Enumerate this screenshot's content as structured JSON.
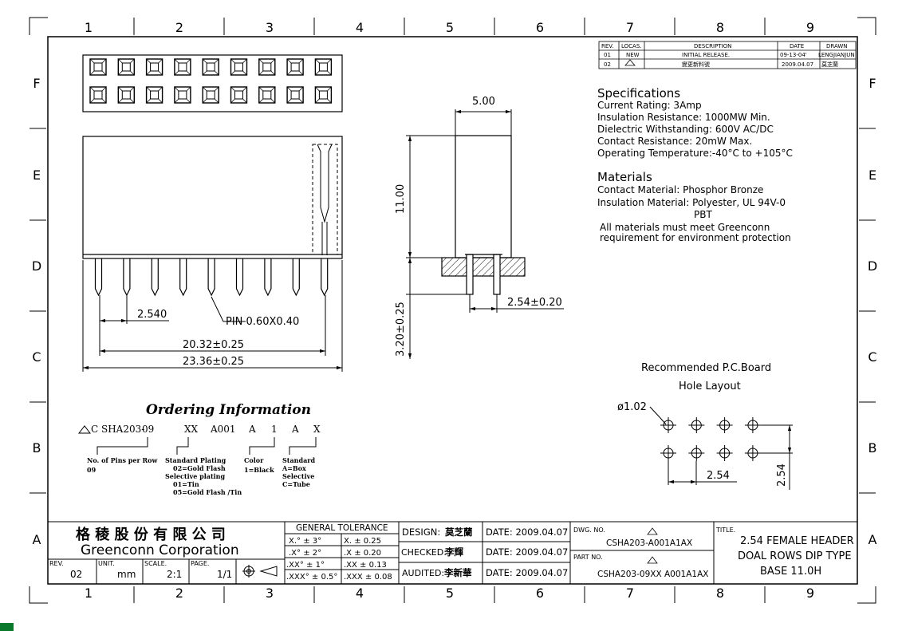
{
  "grid": {
    "cols": [
      "1",
      "2",
      "3",
      "4",
      "5",
      "6",
      "7",
      "8",
      "9"
    ],
    "rows": [
      "F",
      "E",
      "D",
      "C",
      "B",
      "A"
    ]
  },
  "revisions": {
    "headers": [
      "REV.",
      "LOCAS.",
      "DESCRIPTION",
      "DATE",
      "DRAWN"
    ],
    "rows": [
      [
        "01",
        "NEW",
        "INITIAL RELEASE.",
        "09-13-04'",
        "LENGJIANJUN"
      ],
      [
        "02",
        "",
        "變更新料號",
        "2009.04.07",
        "莫芝蘭"
      ]
    ]
  },
  "specifications": {
    "title": "Specifications",
    "lines": [
      "Current Rating:  3Amp",
      "Insulation Resistance: 1000MW Min.",
      "Dielectric Withstanding:  600V AC/DC",
      "Contact Resistance:  20mW Max.",
      "Operating Temperature:-40°C to +105°C"
    ]
  },
  "materials": {
    "title": "Materials",
    "contact": "Contact Material: Phosphor Bronze",
    "insulation_1": "Insulation Material: Polyester, UL 94V-0",
    "insulation_2": "PBT",
    "note_1": "All materials must meet Greenconn",
    "note_2": "requirement for environment protection"
  },
  "front_dims": {
    "pitch": "2.540",
    "pin": "PIN 0.60X0.40",
    "span": "20.32±0.25",
    "overall": "23.36±0.25"
  },
  "side_dims": {
    "width": "5.00",
    "height": "11.00",
    "tail": "3.20±0.25",
    "row_pitch": "2.54±0.20"
  },
  "pcb": {
    "title_1": "Recommended P.C.Board",
    "title_2": "Hole Layout",
    "hole": "ø1.02",
    "pitch_x": "2.54",
    "pitch_y": "2.54"
  },
  "ordering": {
    "title": "Ordering Information",
    "code": [
      "C SHA203-",
      "09",
      "XX",
      "A001",
      "A",
      "1",
      "A",
      "X"
    ],
    "notes": {
      "pins_1": "No. of Pins per Row",
      "pins_2": "09",
      "plating_1": "Standard Plating",
      "plating_2": "02=Gold Flash",
      "plating_3": "Selective plating",
      "plating_4": "01=Tin",
      "plating_5": "05=Gold Flash /Tin",
      "color_1": "Color",
      "color_2": "1=Black",
      "pack_1": "Standard",
      "pack_2": "A=Box",
      "pack_3": "Selective",
      "pack_4": "C=Tube"
    }
  },
  "title_block": {
    "company_cn": "格 稜 股 份 有 限 公 司",
    "company_en": "Greenconn  Corporation",
    "rev_label": "REV.",
    "rev": "02",
    "unit_label": "UNIT.",
    "unit": "mm",
    "scale_label": "SCALE.",
    "scale": "2:1",
    "page_label": "PAGE.",
    "page": "1/1",
    "tolerance_title": "GENERAL  TOLERANCE",
    "tol_left": [
      "X.° ± 3°",
      ".X° ± 2°",
      ".XX° ± 1°",
      ".XXX° ± 0.5°"
    ],
    "tol_right": [
      "X.   ± 0.25",
      ".X   ± 0.20",
      ".XX  ± 0.13",
      ".XXX ± 0.08"
    ],
    "design_label": "DESIGN:",
    "design": "莫芝蘭",
    "checked_label": "CHECKED:",
    "checked": "李輝",
    "audited_label": "AUDITED:",
    "audited": "李新華",
    "date1": "DATE: 2009.04.07",
    "date2": "DATE: 2009.04.07",
    "date3": "DATE: 2009.04.07",
    "dwg_label": "DWG. NO.",
    "dwg_no": "CSHA203-A001A1AX",
    "part_label": "PART NO.",
    "part_no": "CSHA203-09XX A001A1AX",
    "title_label": "TITLE.",
    "title_1": "2.54 FEMALE HEADER",
    "title_2": "DOAL ROWS DIP TYPE",
    "title_3": "BASE 11.0H"
  }
}
